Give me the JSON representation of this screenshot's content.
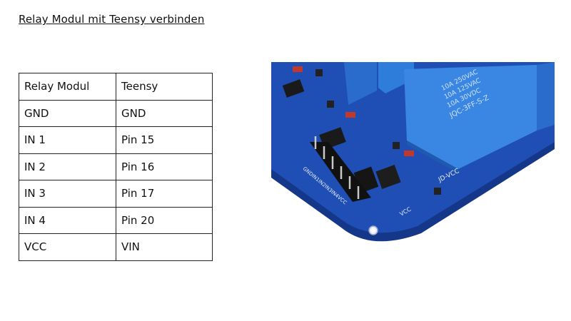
{
  "title": "Relay Modul mit Teensy verbinden",
  "table": {
    "rows": [
      [
        "Relay Modul",
        "Teensy"
      ],
      [
        "GND",
        "GND"
      ],
      [
        "IN 1",
        "Pin 15"
      ],
      [
        "IN 2",
        "Pin 16"
      ],
      [
        "IN 3",
        "Pin 17"
      ],
      [
        "IN 4",
        "Pin 20"
      ],
      [
        "VCC",
        "VIN"
      ]
    ]
  },
  "photo": {
    "relay_text": [
      "10A 250VAC",
      "10A 125VAC",
      "10A 30VDC",
      "JQC-3FF-S-Z"
    ],
    "header_silkscreen": "GNDIN1IN2IN3IN4VCC",
    "jumper_silkscreen": "JD-VCC",
    "vcc_silkscreen": "VCC",
    "colors": {
      "pcb": "#1f4fb5",
      "relay": "#2f7ddb",
      "component": "#1a1a1a"
    }
  }
}
